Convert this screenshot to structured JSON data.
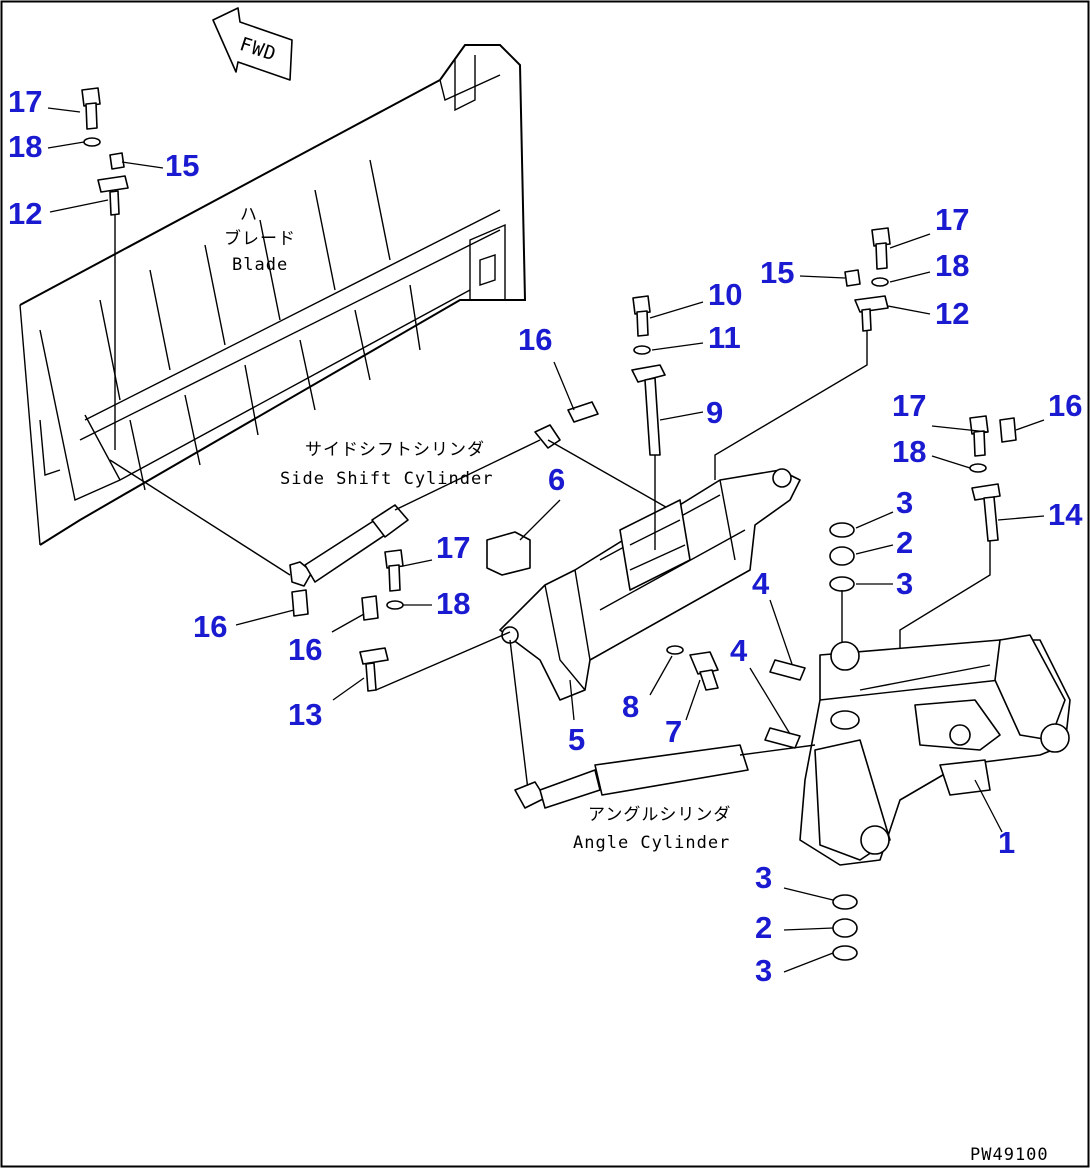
{
  "fwd_label": "FWD",
  "drawing_code": "PW49100",
  "texts": {
    "blade_jp": "ハ\nブレード",
    "blade_en": "Blade",
    "side_jp": "サイドシフトシリンダ",
    "side_en": "Side Shift Cylinder",
    "angle_jp": "アングルシリンダ",
    "angle_en": "Angle Cylinder"
  },
  "callouts": [
    "17",
    "18",
    "15",
    "12",
    "17",
    "18",
    "15",
    "12",
    "10",
    "11",
    "16",
    "9",
    "17",
    "16",
    "18",
    "14",
    "3",
    "2",
    "3",
    "6",
    "4",
    "4",
    "17",
    "18",
    "16",
    "16",
    "13",
    "8",
    "7",
    "5",
    "1",
    "3",
    "2",
    "3"
  ]
}
